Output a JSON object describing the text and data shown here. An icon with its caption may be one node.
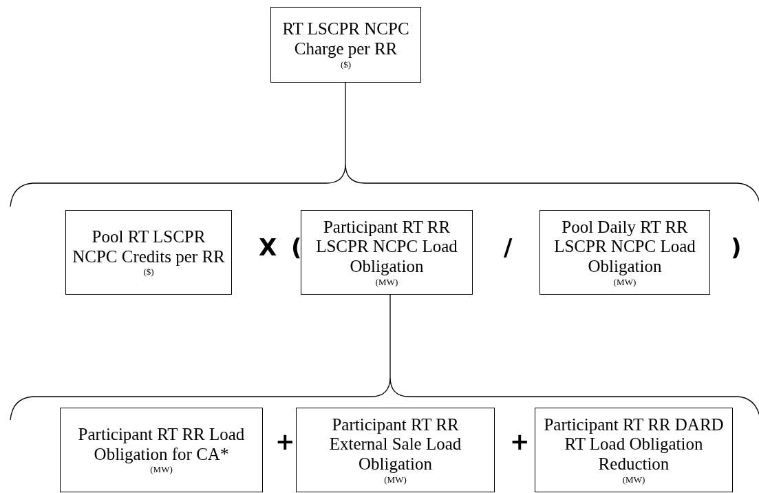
{
  "diagram": {
    "nodes": [
      {
        "text": [
          "RT LSCPR NCPC Charge per RR",
          "($)"
        ]
      },
      {
        "text": [
          "Pool RT LSCPR NCPC Credits per RR",
          "($)"
        ]
      },
      {
        "text": [
          "Participant RT RR LSCPR NCPC Load Obligation",
          "(MW)"
        ]
      },
      {
        "text": [
          "Pool Daily RT RR LSCPR NCPC Load Obligation",
          "(MW)"
        ]
      },
      {
        "text": [
          "Participant RT RR Load Obligation for CA*",
          "(MW)"
        ]
      },
      {
        "text": [
          "Participant RT RR External Sale Load Obligation",
          "(MW)"
        ]
      },
      {
        "text": [
          "Participant RT RR DARD RT Load Obligation Reduction",
          "(MW)"
        ]
      }
    ],
    "edges": [],
    "labels": [
      "X",
      "(",
      "/",
      ")",
      "+",
      "+"
    ]
  }
}
